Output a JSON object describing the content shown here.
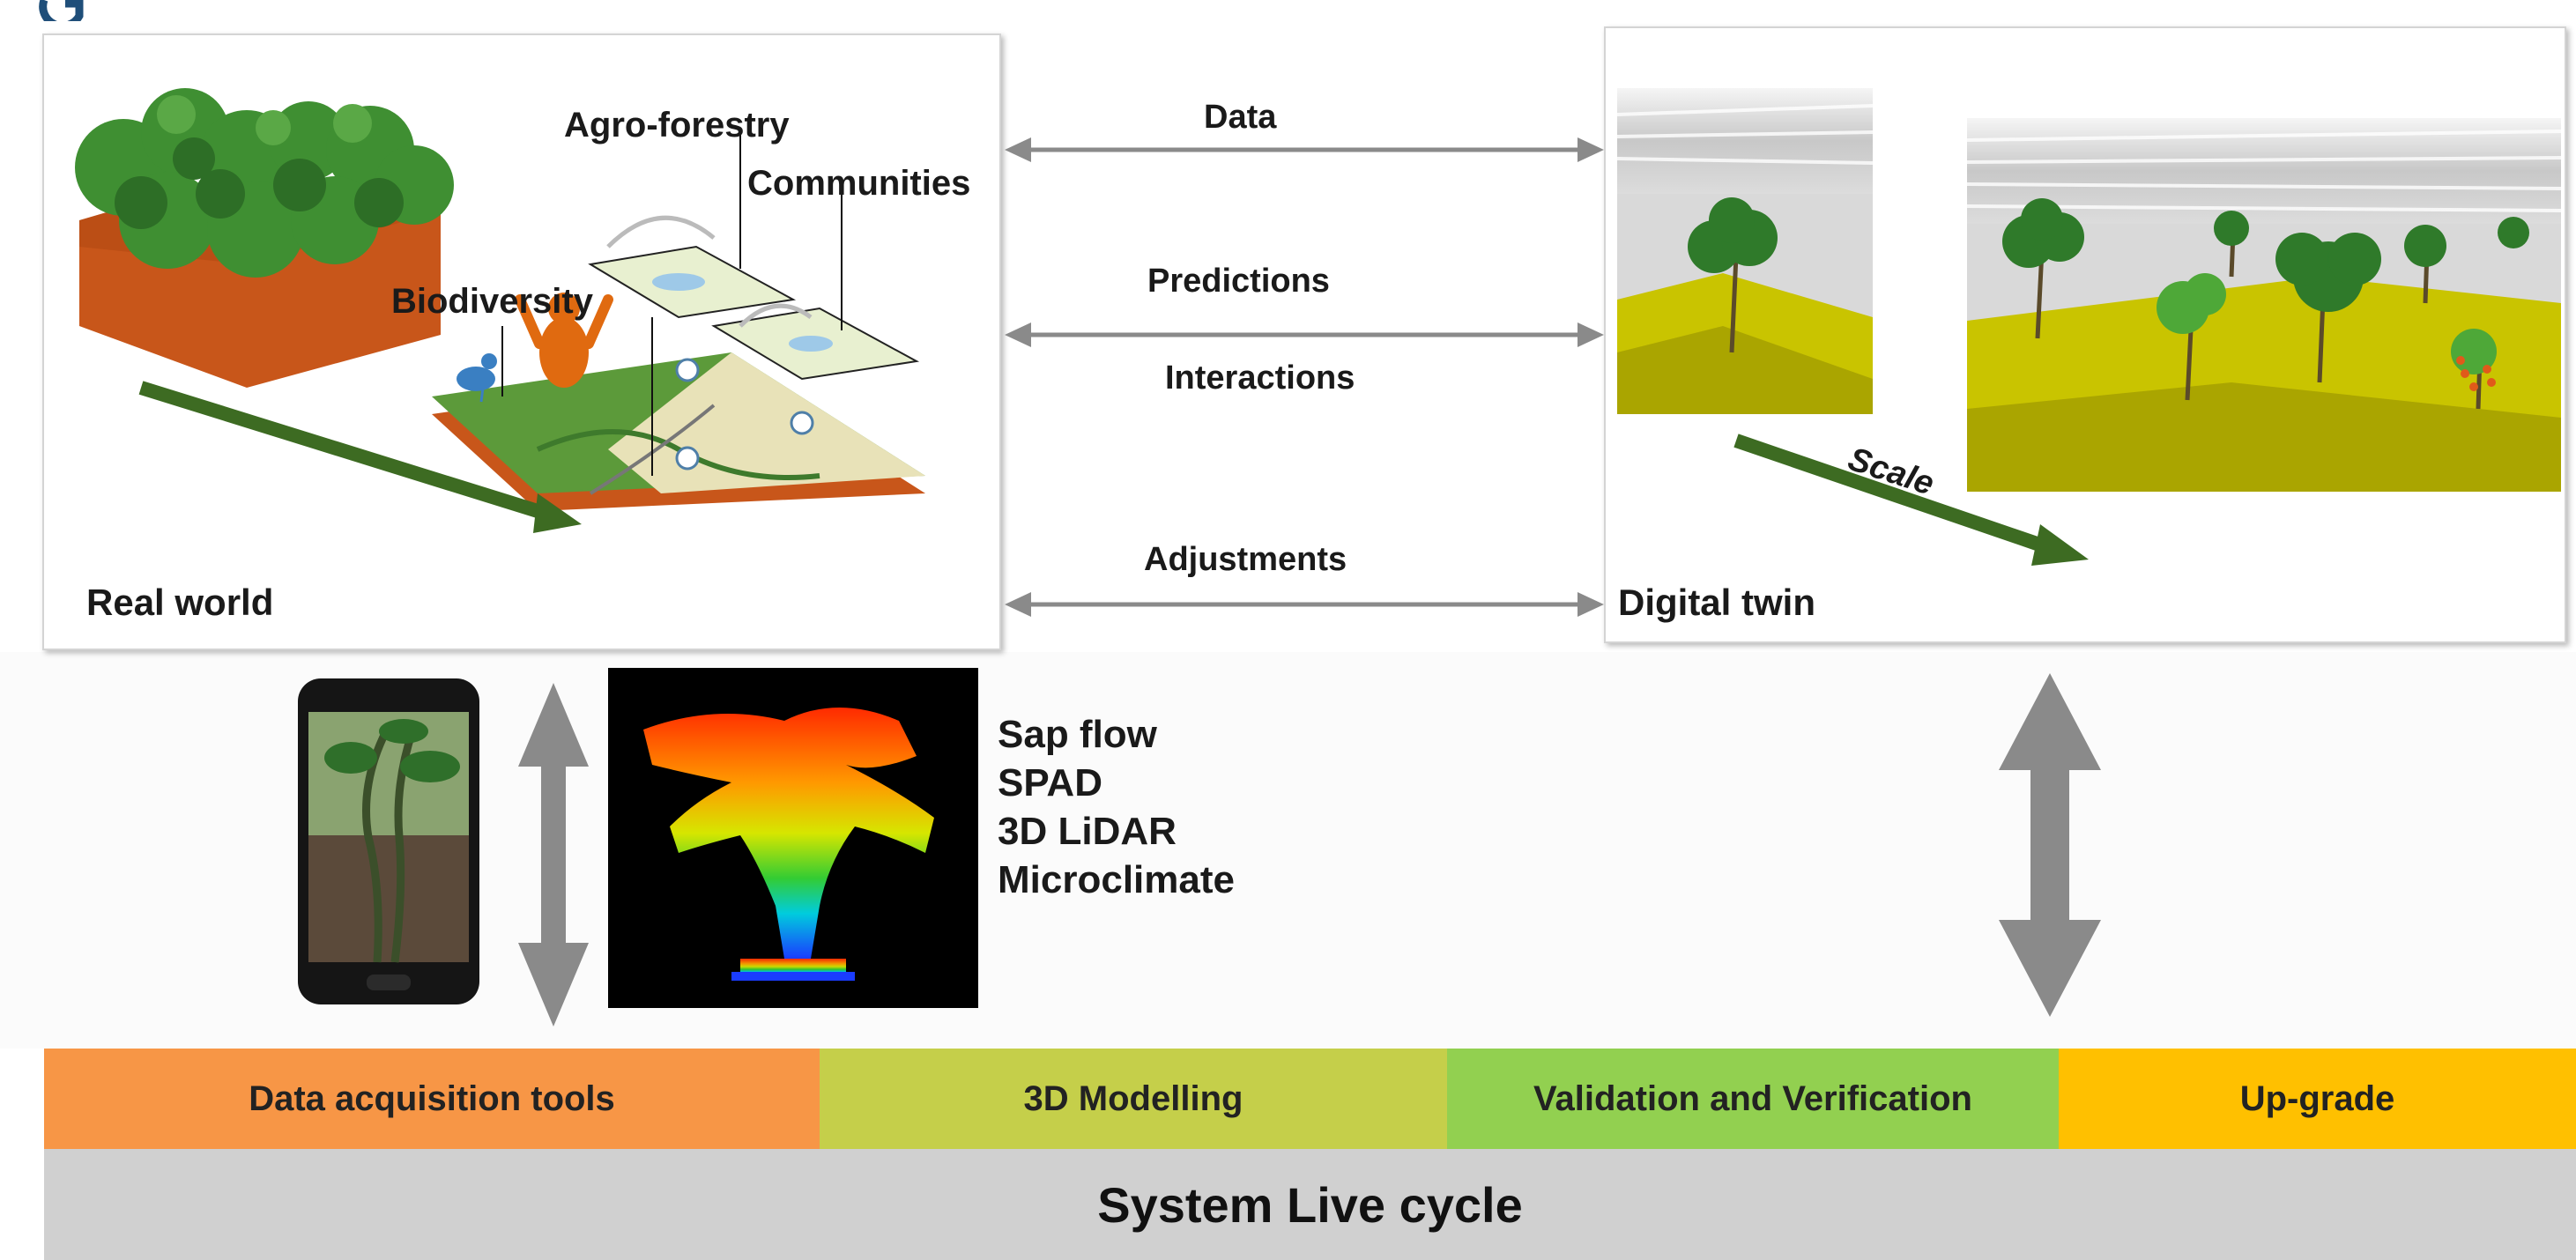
{
  "real_world": {
    "title": "Real world",
    "labels": {
      "agroforestry": "Agro-forestry",
      "communities": "Communities",
      "biodiversity": "Biodiversity"
    }
  },
  "digital_twin": {
    "title": "Digital twin",
    "scale_label": "Scale"
  },
  "exchanges": {
    "data": "Data",
    "predictions": "Predictions",
    "interactions": "Interactions",
    "adjustments": "Adjustments"
  },
  "sensors": [
    "Sap flow",
    "SPAD",
    "3D LiDAR",
    "Microclimate"
  ],
  "lifecycle": {
    "stages": [
      {
        "label": "Data acquisition tools",
        "color": "#f79646"
      },
      {
        "label": "3D Modelling",
        "color": "#c5cf4a"
      },
      {
        "label": "Validation and Verification",
        "color": "#92d050"
      },
      {
        "label": "Up-grade",
        "color": "#ffc000"
      }
    ],
    "title": "System Live cycle"
  },
  "colors": {
    "connector_arrow": "#8a8a8a",
    "green_arrow": "#3d6b22",
    "soil": "#c8561a",
    "canopy": "#3f8f32",
    "ground_plane": "#c9c400",
    "sky": "#d9d9d9"
  }
}
